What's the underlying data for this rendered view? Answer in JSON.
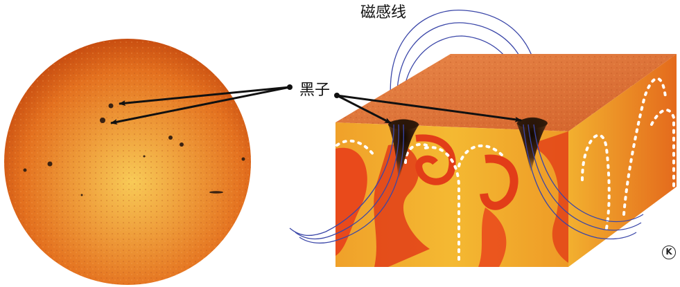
{
  "labels": {
    "field_lines": "磁感线",
    "sunspot": "黑子",
    "copyright_mark": "K"
  },
  "colors": {
    "sun_surface": "#e8731f",
    "sun_center": "#f6c04a",
    "sun_edge": "#c4480e",
    "block_top": "#e0773a",
    "block_front_red": "#e8401a",
    "block_front_yellow": "#f5b82e",
    "field_line": "#3a46a8",
    "arrow": "#111111",
    "sunspot": "#3a2212"
  }
}
